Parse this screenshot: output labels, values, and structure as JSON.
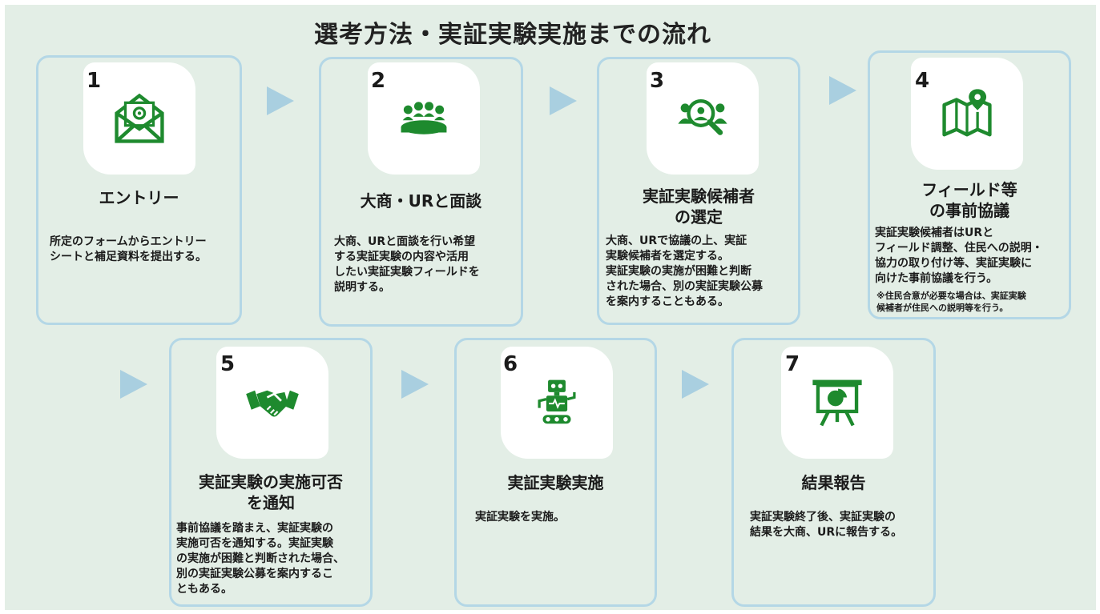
{
  "title": "選考方法・実証実験実施までの流れ",
  "colors": {
    "accent_green": "#1e8a2e",
    "card_border": "#b4d7e6",
    "arrow": "#a9cfe0",
    "panel": "#e3eee6"
  },
  "steps": [
    {
      "num": "1",
      "icon": "email-icon",
      "title": "エントリー",
      "desc": "所定のフォームからエントリー\nシートと補足資料を提出する。"
    },
    {
      "num": "2",
      "icon": "meeting-icon",
      "title": "大商・URと面談",
      "desc": "大商、URと面談を行い希望\nする実証実験の内容や活用\nしたい実証実験フィールドを\n説明する。"
    },
    {
      "num": "3",
      "icon": "candidate-search-icon",
      "title": "実証実験候補者\nの選定",
      "desc": "大商、URで協議の上、実証\n実験候補者を選定する。\n実証実験の実施が困難と判断\nされた場合、別の実証実験公募\nを案内することもある。"
    },
    {
      "num": "4",
      "icon": "map-pin-icon",
      "title": "フィールド等\nの事前協議",
      "desc": "実証実験候補者はURと\nフィールド調整、住民への説明・\n協力の取り付け等、実証実験に\n向けた事前協議を行う。",
      "note": "※住民合意が必要な場合は、実証実験\n候補者が住民への説明等を行う。"
    },
    {
      "num": "5",
      "icon": "handshake-icon",
      "title": "実証実験の実施可否\nを通知",
      "desc": "事前協議を踏まえ、実証実験の\n実施可否を通知する。実証実験\nの実施が困難と判断された場合、\n別の実証実験公募を案内するこ\nともある。"
    },
    {
      "num": "6",
      "icon": "robot-icon",
      "title": "実証実験実施",
      "desc": "実証実験を実施。"
    },
    {
      "num": "7",
      "icon": "presentation-chart-icon",
      "title": "結果報告",
      "desc": "実証実験終了後、実証実験の\n結果を大商、URに報告する。"
    }
  ]
}
